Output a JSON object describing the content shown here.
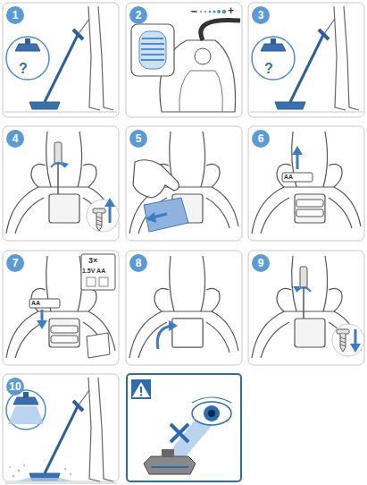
{
  "diagram": {
    "nodes": [
      {
        "text": [
          "1"
        ]
      },
      {
        "text": [
          "2"
        ]
      },
      {
        "text": [
          "3"
        ]
      },
      {
        "text": [
          "4"
        ]
      },
      {
        "text": [
          "5"
        ]
      },
      {
        "text": [
          "6"
        ]
      },
      {
        "text": [
          "7"
        ]
      },
      {
        "text": [
          "8"
        ]
      },
      {
        "text": [
          "9"
        ]
      },
      {
        "text": [
          "10"
        ]
      }
    ],
    "labels": [
      "?",
      "−",
      "+",
      "?",
      "AA",
      "3×",
      "1.5V AA",
      "AA"
    ]
  }
}
